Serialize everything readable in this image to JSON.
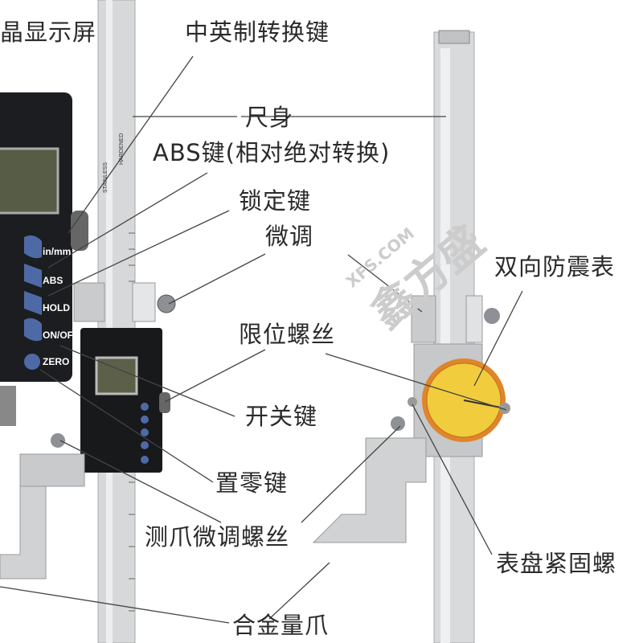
{
  "labels": {
    "lcd": "晶显示屏",
    "unit_switch": "中英制转换键",
    "beam": "尺身",
    "abs": "ABS键(相对绝对转换)",
    "lock": "锁定键",
    "fine_adjust": "微调",
    "dial": "双向防震表",
    "limit_screw": "限位螺丝",
    "power": "开关键",
    "zero": "置零键",
    "jaw_screw": "测爪微调螺丝",
    "dial_screw": "表盘紧固螺",
    "jaw": "合金量爪"
  },
  "device_buttons": [
    "in/mm",
    "ABS",
    "HOLD",
    "ON/OFF",
    "ZERO"
  ],
  "beam_text": [
    "STAINLESS",
    "HARDENED"
  ],
  "watermark": {
    "site": "XFS.COM",
    "brand": "鑫方盛"
  }
}
